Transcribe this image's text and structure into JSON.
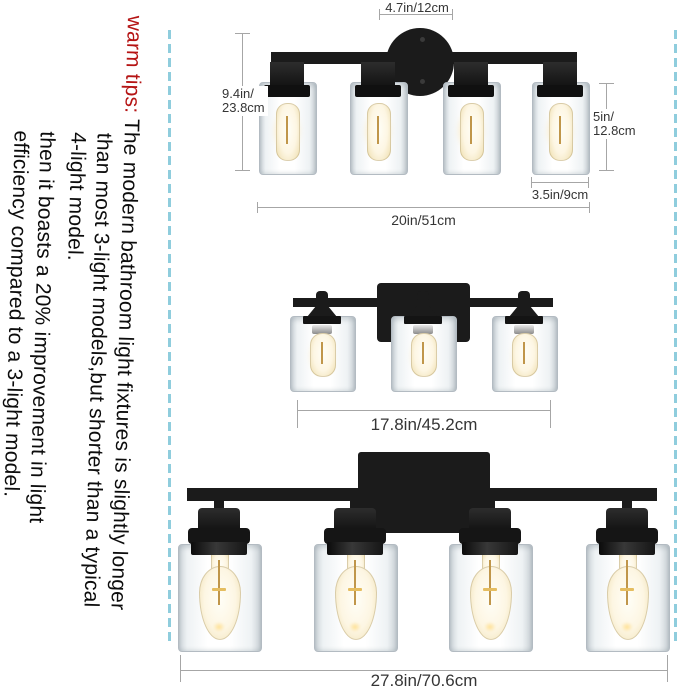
{
  "colors": {
    "fixture_black": "#1b1b1b",
    "dash_teal": "#8fcddd",
    "dim_line_gray": "#a6a6a6",
    "dim_text_gray": "#353535",
    "warm_tips_red": "#b51414",
    "body_text_black": "#0c0c0c",
    "bulb_glow": "#ffdb82"
  },
  "warm_tips": {
    "label": "warm tips: ",
    "lines": {
      "l1": "The modern bathroom light fixtures is slightly longer",
      "l2": "than most 3-light models,but shorter than a typical",
      "l3": "4-light model.",
      "l4": "then it boasts a 20% improvement in light",
      "l5": "efficiency compared to a 3-light model."
    }
  },
  "top_fixture": {
    "lights": 4,
    "dim_canopy_width": "4.7in/12cm",
    "dim_fixture_height_line1": "9.4in/",
    "dim_fixture_height_line2": "23.8cm",
    "dim_shade_height_line1": "5in/",
    "dim_shade_height_line2": "12.8cm",
    "dim_shade_width": "3.5in/9cm",
    "dim_fixture_width": "20in/51cm"
  },
  "middle_fixture": {
    "lights": 3,
    "dim_fixture_width": "17.8in/45.2cm"
  },
  "bottom_fixture": {
    "lights": 4,
    "dim_fixture_width": "27.8in/70.6cm"
  }
}
